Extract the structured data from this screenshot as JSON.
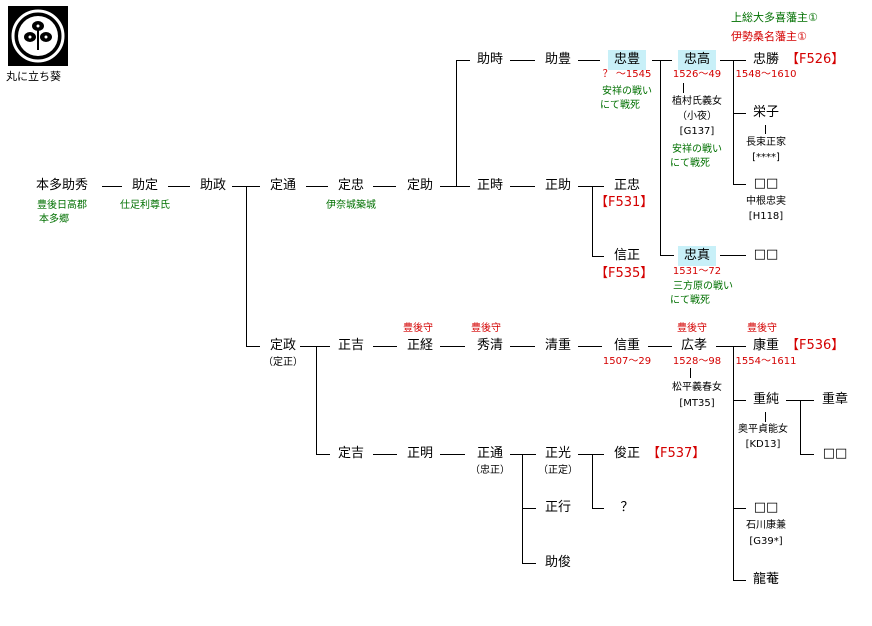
{
  "crest": {
    "icon": "maru-ni-tachiaoi-crest",
    "caption": "丸に立ち葵"
  },
  "domain_notes": {
    "kazusa": "上総大多喜藩主①",
    "ise": "伊勢桑名藩主①"
  },
  "persons": {
    "sukehide": "本多助秀",
    "sukehide_note1": "豊後日高郡",
    "sukehide_note2": "本多郷",
    "sukesada": "助定",
    "sukesada_note": "仕足利尊氏",
    "sukemasa": "助政",
    "sadamichi": "定通",
    "sadatada": "定忠",
    "sadatada_note": "伊奈城築城",
    "sadasuke": "定助",
    "suketoki": "助時",
    "sukeyoshi": "助豊",
    "tadatoyo": "忠豊",
    "tadatoyo_years": "？ ～1545",
    "tadatoyo_note1": "安祥の戦い",
    "tadatoyo_note2": "にて戦死",
    "tadataka": "忠高",
    "tadataka_years": "1526～49",
    "tadataka_wife1": "植村氏義女",
    "tadataka_wife2": "（小夜）",
    "tadataka_wife_ref": "[G137]",
    "tadataka_note1": "安祥の戦い",
    "tadataka_note2": "にて戦死",
    "tadakatsu": "忠勝",
    "tadakatsu_ref": "【F526】",
    "tadakatsu_years": "1548～1610",
    "eiko": "栄子",
    "eiko_husband": "長束正家",
    "eiko_husband_ref": "[****]",
    "unknown_a": "□□",
    "unknown_a_husband": "中根忠実",
    "unknown_a_husband_ref": "[H118]",
    "masatoki": "正時",
    "masasuke": "正助",
    "masatada": "正忠",
    "masatada_ref": "【F531】",
    "nobumasa": "信正",
    "nobumasa_ref": "【F535】",
    "tadazane": "忠真",
    "tadazane_years": "1531～72",
    "tadazane_note1": "三方原の戦い",
    "tadazane_note2": "にて戦死",
    "unknown_b": "□□",
    "sadamasa": "定政",
    "sadamasa_alt": "（定正）",
    "sadayoshi1": "正吉",
    "masatsune": "正経",
    "masatsune_title": "豊後守",
    "hidekiyo": "秀清",
    "hidekiyo_title": "豊後守",
    "kiyoshige": "清重",
    "nobushige": "信重",
    "nobushige_years": "1507～29",
    "hirotaka": "広孝",
    "hirotaka_title": "豊後守",
    "hirotaka_years": "1528～98",
    "hirotaka_wife": "松平義春女",
    "hirotaka_wife_ref": "[MT35]",
    "yasushige": "康重",
    "yasushige_title": "豊後守",
    "yasushige_ref": "【F536】",
    "yasushige_years": "1554～1611",
    "shigezumi": "重純",
    "shigezumi_wife": "奥平貞能女",
    "shigezumi_wife_ref": "[KD13]",
    "shigeaki": "重章",
    "unknown_c": "□□",
    "unknown_d": "□□",
    "unknown_d_husband": "石川康兼",
    "unknown_d_husband_ref": "[G39*]",
    "ryuan": "龍菴",
    "sadayoshi2": "定吉",
    "masaaki": "正明",
    "masamichi": "正通",
    "masamichi_alt": "（忠正）",
    "masamitsu": "正光",
    "masamitsu_alt": "（正定）",
    "toshimasa": "俊正",
    "toshimasa_ref": "【F537】",
    "masayuki": "正行",
    "question": "？",
    "suketoshi": "助俊"
  }
}
